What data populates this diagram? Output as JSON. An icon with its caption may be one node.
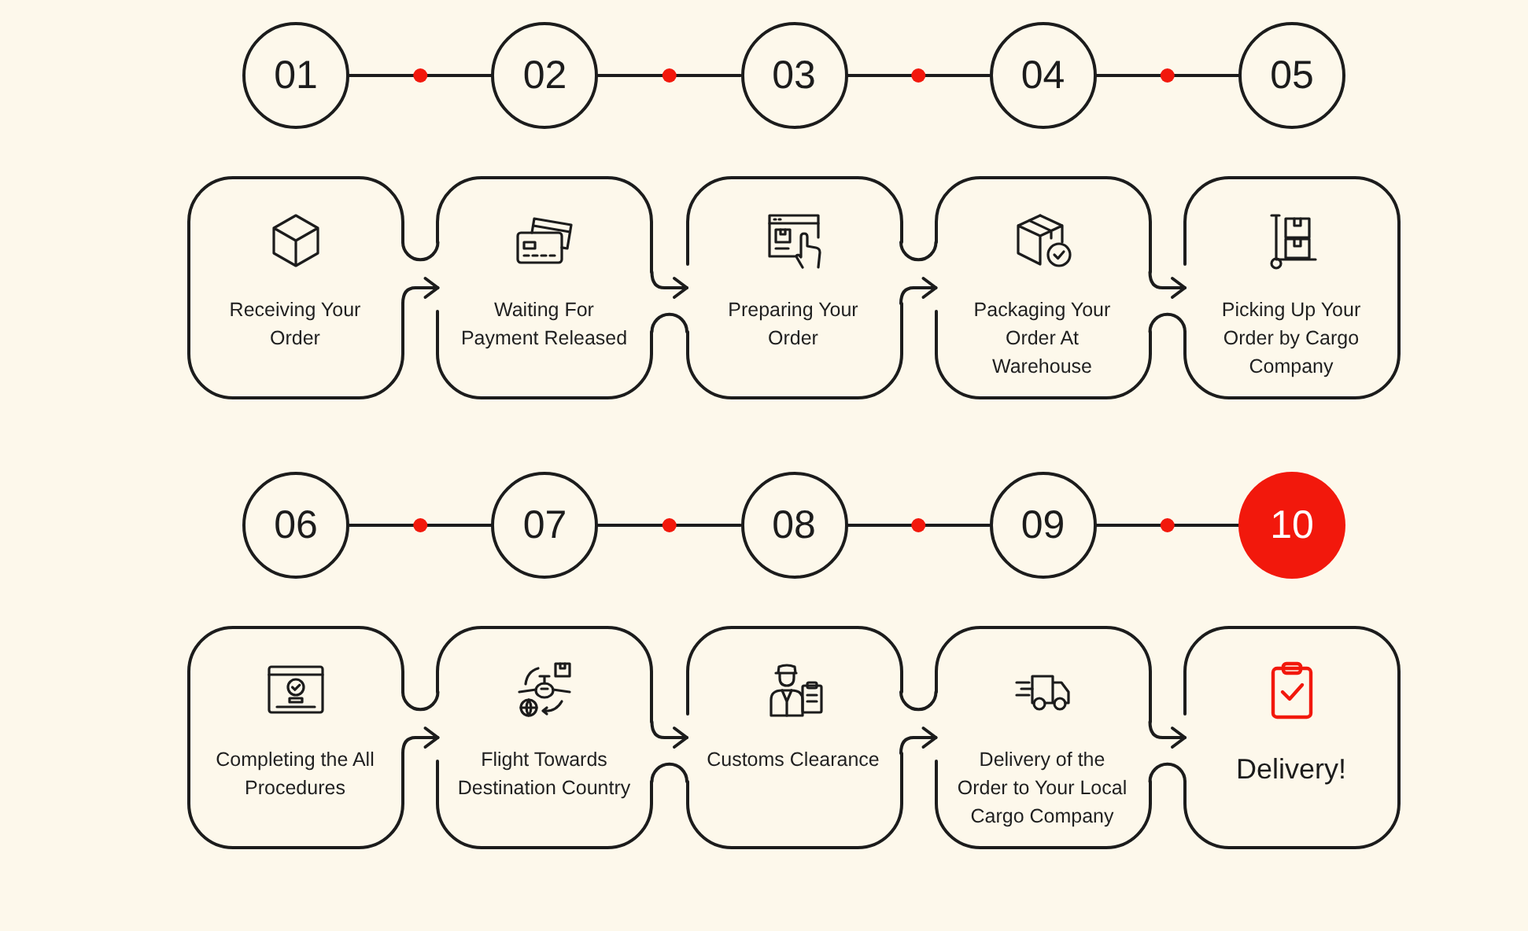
{
  "diagram": {
    "nodes": [
      {
        "text": [
          "01"
        ]
      },
      {
        "text": [
          "02"
        ]
      },
      {
        "text": [
          "03"
        ]
      },
      {
        "text": [
          "04"
        ]
      },
      {
        "text": [
          "05"
        ]
      },
      {
        "text": [
          "Receiving Your Order"
        ]
      },
      {
        "text": [
          "Waiting For Payment Released"
        ]
      },
      {
        "text": [
          "Preparing Your Order"
        ]
      },
      {
        "text": [
          "Packaging Your Order At Warehouse"
        ]
      },
      {
        "text": [
          "Picking Up Your Order by Cargo Company"
        ]
      },
      {
        "text": [
          "06"
        ]
      },
      {
        "text": [
          "07"
        ]
      },
      {
        "text": [
          "08"
        ]
      },
      {
        "text": [
          "09"
        ]
      },
      {
        "text": [
          "10"
        ]
      },
      {
        "text": [
          "Completing the All Procedures"
        ]
      },
      {
        "text": [
          "Flight Towards Destination Country"
        ]
      },
      {
        "text": [
          "Customs Clearance"
        ]
      },
      {
        "text": [
          "Delivery of the Order to Your Local Cargo Company"
        ]
      },
      {
        "text": [
          "Delivery!"
        ]
      }
    ],
    "edges": [
      {
        "from": 0,
        "to": 1,
        "arrow": "none"
      },
      {
        "from": 1,
        "to": 2,
        "arrow": "none"
      },
      {
        "from": 2,
        "to": 3,
        "arrow": "none"
      },
      {
        "from": 3,
        "to": 4,
        "arrow": "none"
      },
      {
        "from": 5,
        "to": 6,
        "arrow": "to"
      },
      {
        "from": 6,
        "to": 7,
        "arrow": "to"
      },
      {
        "from": 7,
        "to": 8,
        "arrow": "to"
      },
      {
        "from": 8,
        "to": 9,
        "arrow": "to"
      },
      {
        "from": 10,
        "to": 11,
        "arrow": "none"
      },
      {
        "from": 11,
        "to": 12,
        "arrow": "none"
      },
      {
        "from": 12,
        "to": 13,
        "arrow": "none"
      },
      {
        "from": 13,
        "to": 14,
        "arrow": "none"
      },
      {
        "from": 15,
        "to": 16,
        "arrow": "to"
      },
      {
        "from": 16,
        "to": 17,
        "arrow": "to"
      },
      {
        "from": 17,
        "to": 18,
        "arrow": "to"
      },
      {
        "from": 18,
        "to": 19,
        "arrow": "to"
      }
    ]
  }
}
